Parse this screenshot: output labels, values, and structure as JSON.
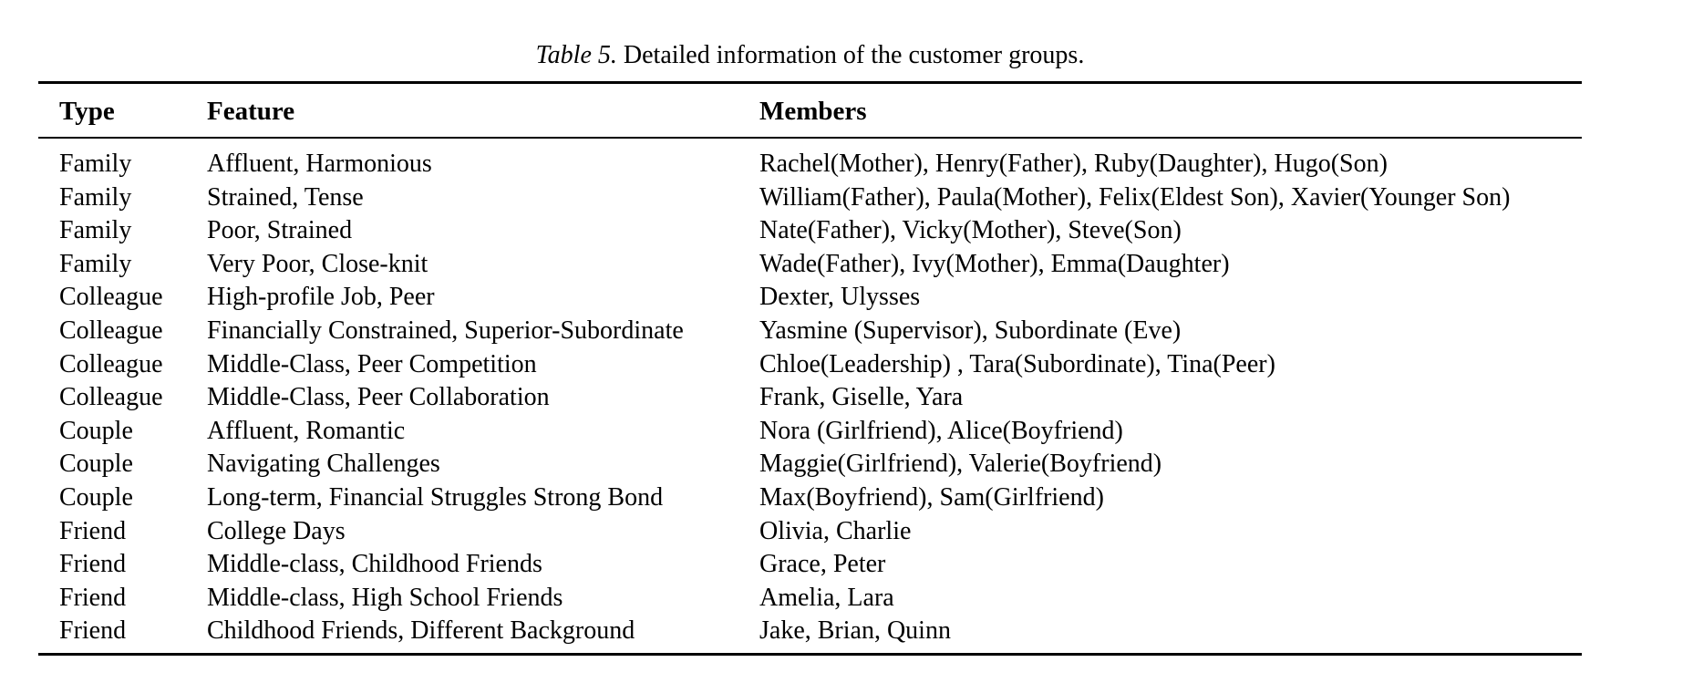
{
  "caption": {
    "label": "Table 5.",
    "text": " Detailed information of the customer groups."
  },
  "table": {
    "columns": [
      "Type",
      "Feature",
      "Members"
    ],
    "rows": [
      {
        "type": "Family",
        "feature": "Affluent, Harmonious",
        "members": "Rachel(Mother), Henry(Father), Ruby(Daughter), Hugo(Son)"
      },
      {
        "type": "Family",
        "feature": "Strained, Tense",
        "members": "William(Father), Paula(Mother), Felix(Eldest Son), Xavier(Younger Son)"
      },
      {
        "type": "Family",
        "feature": "Poor, Strained",
        "members": "Nate(Father), Vicky(Mother), Steve(Son)"
      },
      {
        "type": "Family",
        "feature": "Very Poor, Close-knit",
        "members": "Wade(Father), Ivy(Mother), Emma(Daughter)"
      },
      {
        "type": "Colleague",
        "feature": "High-profile Job, Peer",
        "members": "Dexter, Ulysses"
      },
      {
        "type": "Colleague",
        "feature": "Financially Constrained, Superior-Subordinate",
        "members": "Yasmine (Supervisor), Subordinate (Eve)"
      },
      {
        "type": "Colleague",
        "feature": "Middle-Class, Peer Competition",
        "members": "Chloe(Leadership) , Tara(Subordinate), Tina(Peer)"
      },
      {
        "type": "Colleague",
        "feature": "Middle-Class, Peer Collaboration",
        "members": "Frank, Giselle, Yara"
      },
      {
        "type": "Couple",
        "feature": "Affluent, Romantic",
        "members": "Nora (Girlfriend), Alice(Boyfriend)"
      },
      {
        "type": "Couple",
        "feature": "Navigating Challenges",
        "members": "Maggie(Girlfriend), Valerie(Boyfriend)"
      },
      {
        "type": "Couple",
        "feature": "Long-term, Financial Struggles Strong Bond",
        "members": "Max(Boyfriend), Sam(Girlfriend)"
      },
      {
        "type": "Friend",
        "feature": "College Days",
        "members": "Olivia, Charlie"
      },
      {
        "type": "Friend",
        "feature": "Middle-class, Childhood Friends",
        "members": "Grace, Peter"
      },
      {
        "type": "Friend",
        "feature": "Middle-class, High School Friends",
        "members": "Amelia, Lara"
      },
      {
        "type": "Friend",
        "feature": "Childhood Friends, Different Background",
        "members": "Jake, Brian, Quinn"
      }
    ]
  },
  "colors": {
    "text": "#000000",
    "background": "#ffffff",
    "rule": "#000000"
  }
}
